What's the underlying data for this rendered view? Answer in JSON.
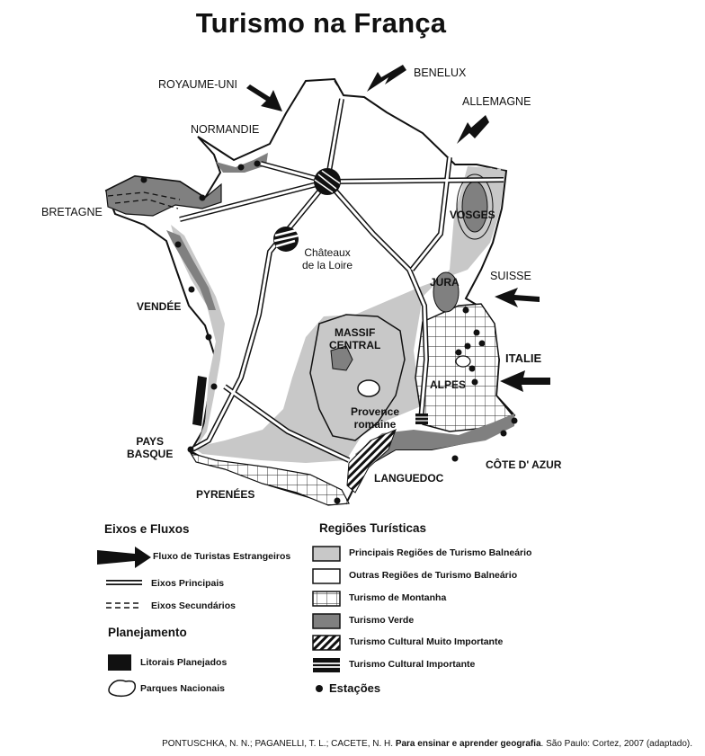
{
  "title": "Turismo na França",
  "countries": {
    "royaume_uni": "ROYAUME-UNI",
    "benelux": "BENELUX",
    "allemagne": "ALLEMAGNE",
    "suisse": "SUISSE",
    "italie": "ITALIE"
  },
  "regions": {
    "normandie": "NORMANDIE",
    "bretagne": "BRETAGNE",
    "vosges": "VOSGES",
    "chateaux_1": "Châteaux",
    "chateaux_2": "de la Loire",
    "jura": "JURA",
    "vendee": "VENDÉE",
    "massif_1": "MASSIF",
    "massif_2": "CENTRAL",
    "alpes": "ALPES",
    "provence_1": "Provence",
    "provence_2": "romaine",
    "pays_basque_1": "PAYS",
    "pays_basque_2": "BASQUE",
    "cote_dazur": "CÔTE D' AZUR",
    "languedoc": "LANGUEDOC",
    "pyrenees": "PYRENÉES"
  },
  "legend": {
    "eixos_heading": "Eixos e Fluxos",
    "fluxo": "Fluxo de Turistas Estrangeiros",
    "eixos_principais": "Eixos Principais",
    "eixos_secundarios": "Eixos Secundários",
    "planejamento_heading": "Planejamento",
    "litorais": "Litorais Planejados",
    "parques": "Parques Nacionais",
    "regioes_heading": "Regiões Turísticas",
    "principais_balneario": "Principais Regiões de Turismo Balneário",
    "outras_balneario": "Outras Regiões de Turismo Balneário",
    "montanha": "Turismo de Montanha",
    "verde": "Turismo Verde",
    "cultural_muito": "Turismo Cultural Muito Importante",
    "cultural": "Turismo Cultural Importante",
    "estacoes": "Estações"
  },
  "colors": {
    "balneario_principal": "#c8c8c8",
    "turismo_verde": "#808080",
    "outline": "#111111"
  },
  "source": {
    "authors": "PONTUSCHKA, N. N.; PAGANELLI, T. L.; CACETE, N. H. ",
    "book": "Para ensinar e aprender geografia",
    "publisher": ". São Paulo: Cortez, 2007 (adaptado)."
  }
}
